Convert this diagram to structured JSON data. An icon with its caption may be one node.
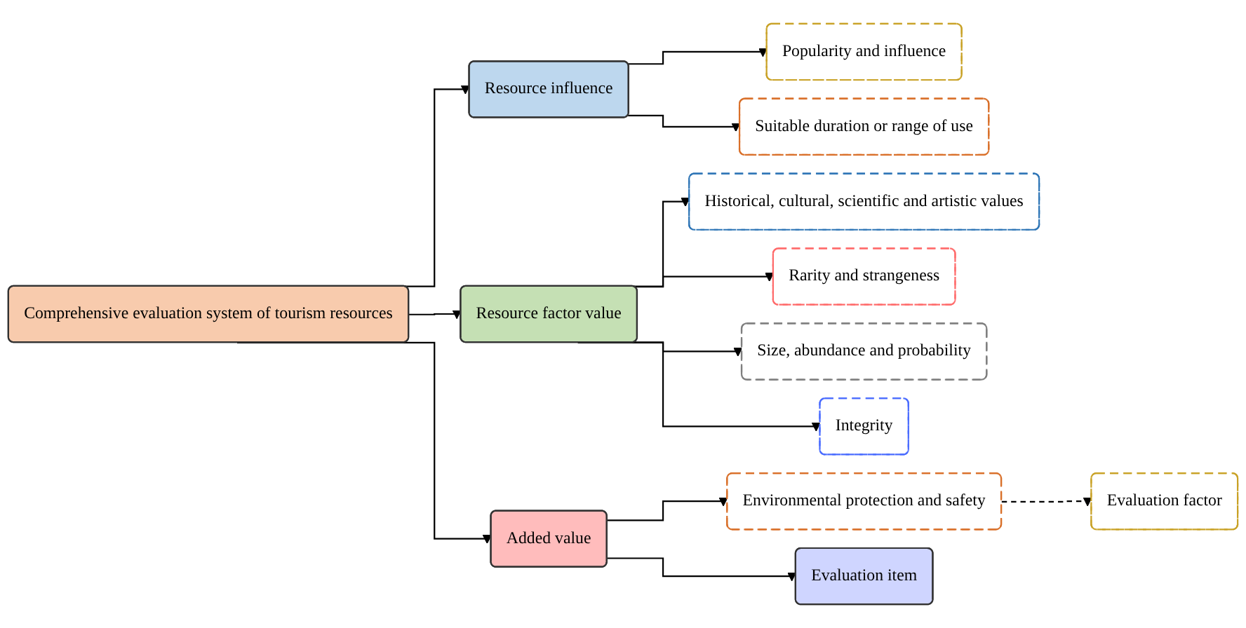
{
  "diagram": {
    "nodes": [
      {
        "text": [
          "Comprehensive evaluation system of tourism resources"
        ]
      },
      {
        "text": [
          "Resource influence"
        ]
      },
      {
        "text": [
          "Resource factor value"
        ]
      },
      {
        "text": [
          "Added value"
        ]
      },
      {
        "text": [
          "Evaluation item"
        ]
      },
      {
        "text": [
          "Popularity and influence"
        ]
      },
      {
        "text": [
          "Suitable duration or range of use"
        ]
      },
      {
        "text": [
          "Historical, cultural, scientific and artistic values"
        ]
      },
      {
        "text": [
          "Rarity and strangeness"
        ]
      },
      {
        "text": [
          "Size, abundance and probability"
        ]
      },
      {
        "text": [
          "Integrity"
        ]
      },
      {
        "text": [
          "Environmental protection and safety"
        ]
      },
      {
        "text": [
          "Evaluation factor"
        ]
      }
    ],
    "edges": [
      {
        "from": 0,
        "to": 1,
        "arrow": "to"
      },
      {
        "from": 0,
        "to": 2,
        "arrow": "to"
      },
      {
        "from": 0,
        "to": 3,
        "arrow": "to"
      },
      {
        "from": 1,
        "to": 5,
        "arrow": "to"
      },
      {
        "from": 1,
        "to": 6,
        "arrow": "to"
      },
      {
        "from": 2,
        "to": 7,
        "arrow": "to"
      },
      {
        "from": 2,
        "to": 8,
        "arrow": "to"
      },
      {
        "from": 2,
        "to": 9,
        "arrow": "to"
      },
      {
        "from": 2,
        "to": 10,
        "arrow": "to"
      },
      {
        "from": 3,
        "to": 11,
        "arrow": "to"
      },
      {
        "from": 3,
        "to": 4,
        "arrow": "to"
      },
      {
        "from": 11,
        "to": 12,
        "arrow": "to",
        "style": "dashed"
      }
    ]
  }
}
